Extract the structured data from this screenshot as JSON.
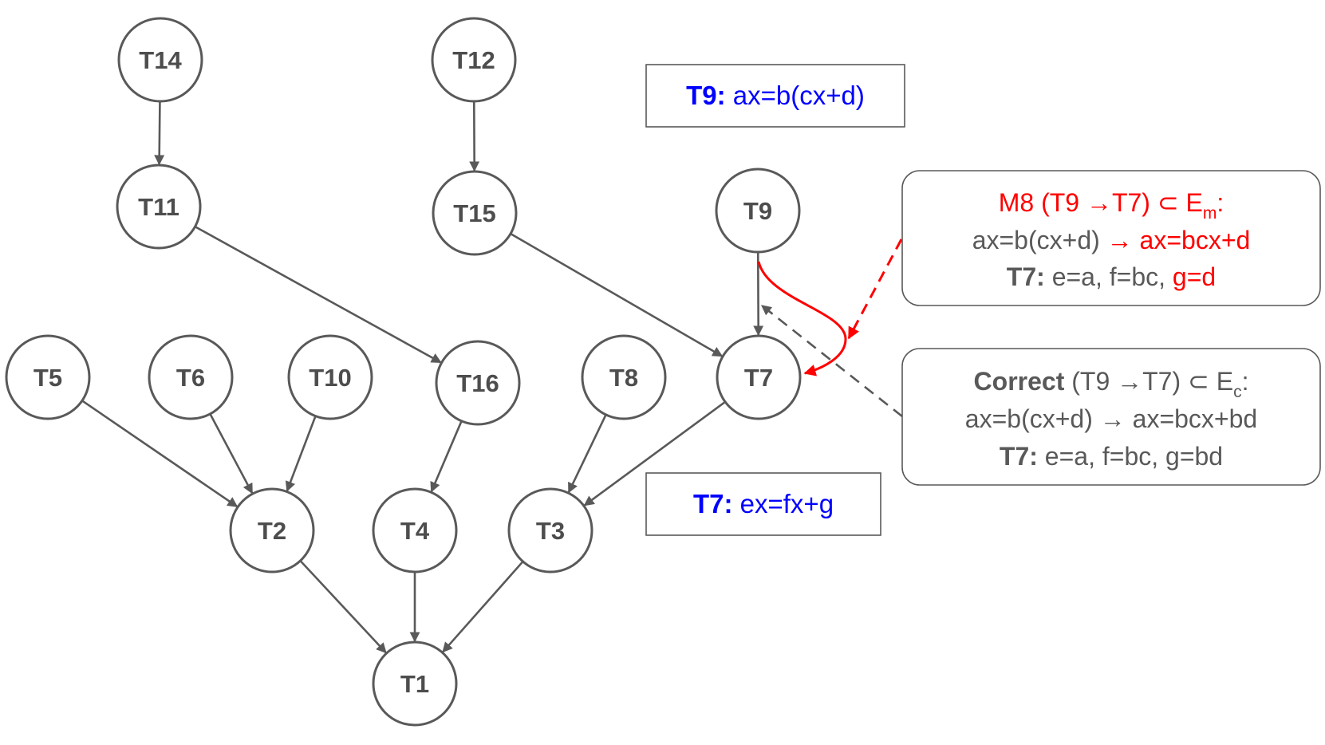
{
  "colors": {
    "node_stroke": "#595959",
    "node_text": "#4d4d4d",
    "edge": "#595959",
    "highlight": "#ff0000",
    "equation": "#0000ff"
  },
  "nodes": [
    {
      "id": "T14",
      "label": "T14"
    },
    {
      "id": "T12",
      "label": "T12"
    },
    {
      "id": "T11",
      "label": "T11"
    },
    {
      "id": "T15",
      "label": "T15"
    },
    {
      "id": "T9",
      "label": "T9"
    },
    {
      "id": "T5",
      "label": "T5"
    },
    {
      "id": "T6",
      "label": "T6"
    },
    {
      "id": "T10",
      "label": "T10"
    },
    {
      "id": "T16",
      "label": "T16"
    },
    {
      "id": "T8",
      "label": "T8"
    },
    {
      "id": "T7",
      "label": "T7"
    },
    {
      "id": "T2",
      "label": "T2"
    },
    {
      "id": "T4",
      "label": "T4"
    },
    {
      "id": "T3",
      "label": "T3"
    },
    {
      "id": "T1",
      "label": "T1"
    }
  ],
  "edges": [
    {
      "from": "T14",
      "to": "T11"
    },
    {
      "from": "T12",
      "to": "T15"
    },
    {
      "from": "T11",
      "to": "T16"
    },
    {
      "from": "T15",
      "to": "T7"
    },
    {
      "from": "T9",
      "to": "T7"
    },
    {
      "from": "T5",
      "to": "T2"
    },
    {
      "from": "T6",
      "to": "T2"
    },
    {
      "from": "T10",
      "to": "T2"
    },
    {
      "from": "T16",
      "to": "T4"
    },
    {
      "from": "T8",
      "to": "T3"
    },
    {
      "from": "T7",
      "to": "T3"
    },
    {
      "from": "T2",
      "to": "T1"
    },
    {
      "from": "T4",
      "to": "T1"
    },
    {
      "from": "T3",
      "to": "T1"
    }
  ],
  "highlighted_edge": {
    "from": "T9",
    "to": "T7",
    "color": "red"
  },
  "equation_t9": {
    "label": "T9:",
    "equation": "ax=b(cx+d)"
  },
  "equation_t7": {
    "label": "T7:",
    "equation": "ex=fx+g"
  },
  "mistake_callout": {
    "line1_prefix": "M8 (T9 →T7) ⊂ E",
    "line1_sub": "m",
    "line1_suffix": ":",
    "line2_from": "ax=b(cx+d)",
    "line2_arrow": " → ",
    "line2_to": "ax=bcx+d",
    "line3_label": "T7:",
    "line3_values": " e=a, f=bc, ",
    "line3_wrong": "g=d"
  },
  "correct_callout": {
    "line1_label": "Correct",
    "line1_prefix": " (T9 →T7) ⊂ E",
    "line1_sub": "c",
    "line1_suffix": ":",
    "line2": "ax=b(cx+d) → ax=bcx+bd",
    "line3_label": "T7:",
    "line3_values": " e=a, f=bc, g=bd"
  }
}
